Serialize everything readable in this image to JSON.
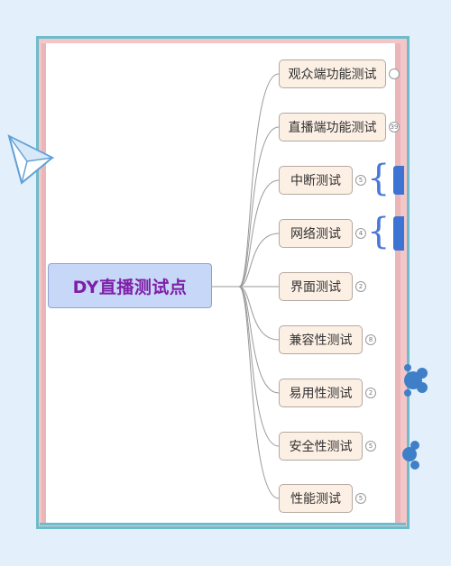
{
  "mindmap": {
    "root": "DY直播测试点",
    "branches": [
      {
        "label": "观众端功能测试",
        "count": ""
      },
      {
        "label": "直播端功能测试",
        "count": "39"
      },
      {
        "label": "中断测试",
        "count": "5"
      },
      {
        "label": "网络测试",
        "count": "4"
      },
      {
        "label": "界面测试",
        "count": "2"
      },
      {
        "label": "兼容性测试",
        "count": "8"
      },
      {
        "label": "易用性测试",
        "count": "2"
      },
      {
        "label": "安全性测试",
        "count": "5"
      },
      {
        "label": "性能测试",
        "count": "5"
      }
    ]
  },
  "colors": {
    "background": "#e3f0fb",
    "frame_border": "#6cbccc",
    "frame_pink": "#f4c6c8",
    "root_fill": "#c6d7f8",
    "root_text": "#7f1fa8",
    "node_fill": "#fcefe4",
    "connector": "#9a9a9a",
    "collapsed_children": "#3d74d4"
  },
  "decorations": [
    "paper-plane-icon",
    "blue-splash-decoration"
  ]
}
